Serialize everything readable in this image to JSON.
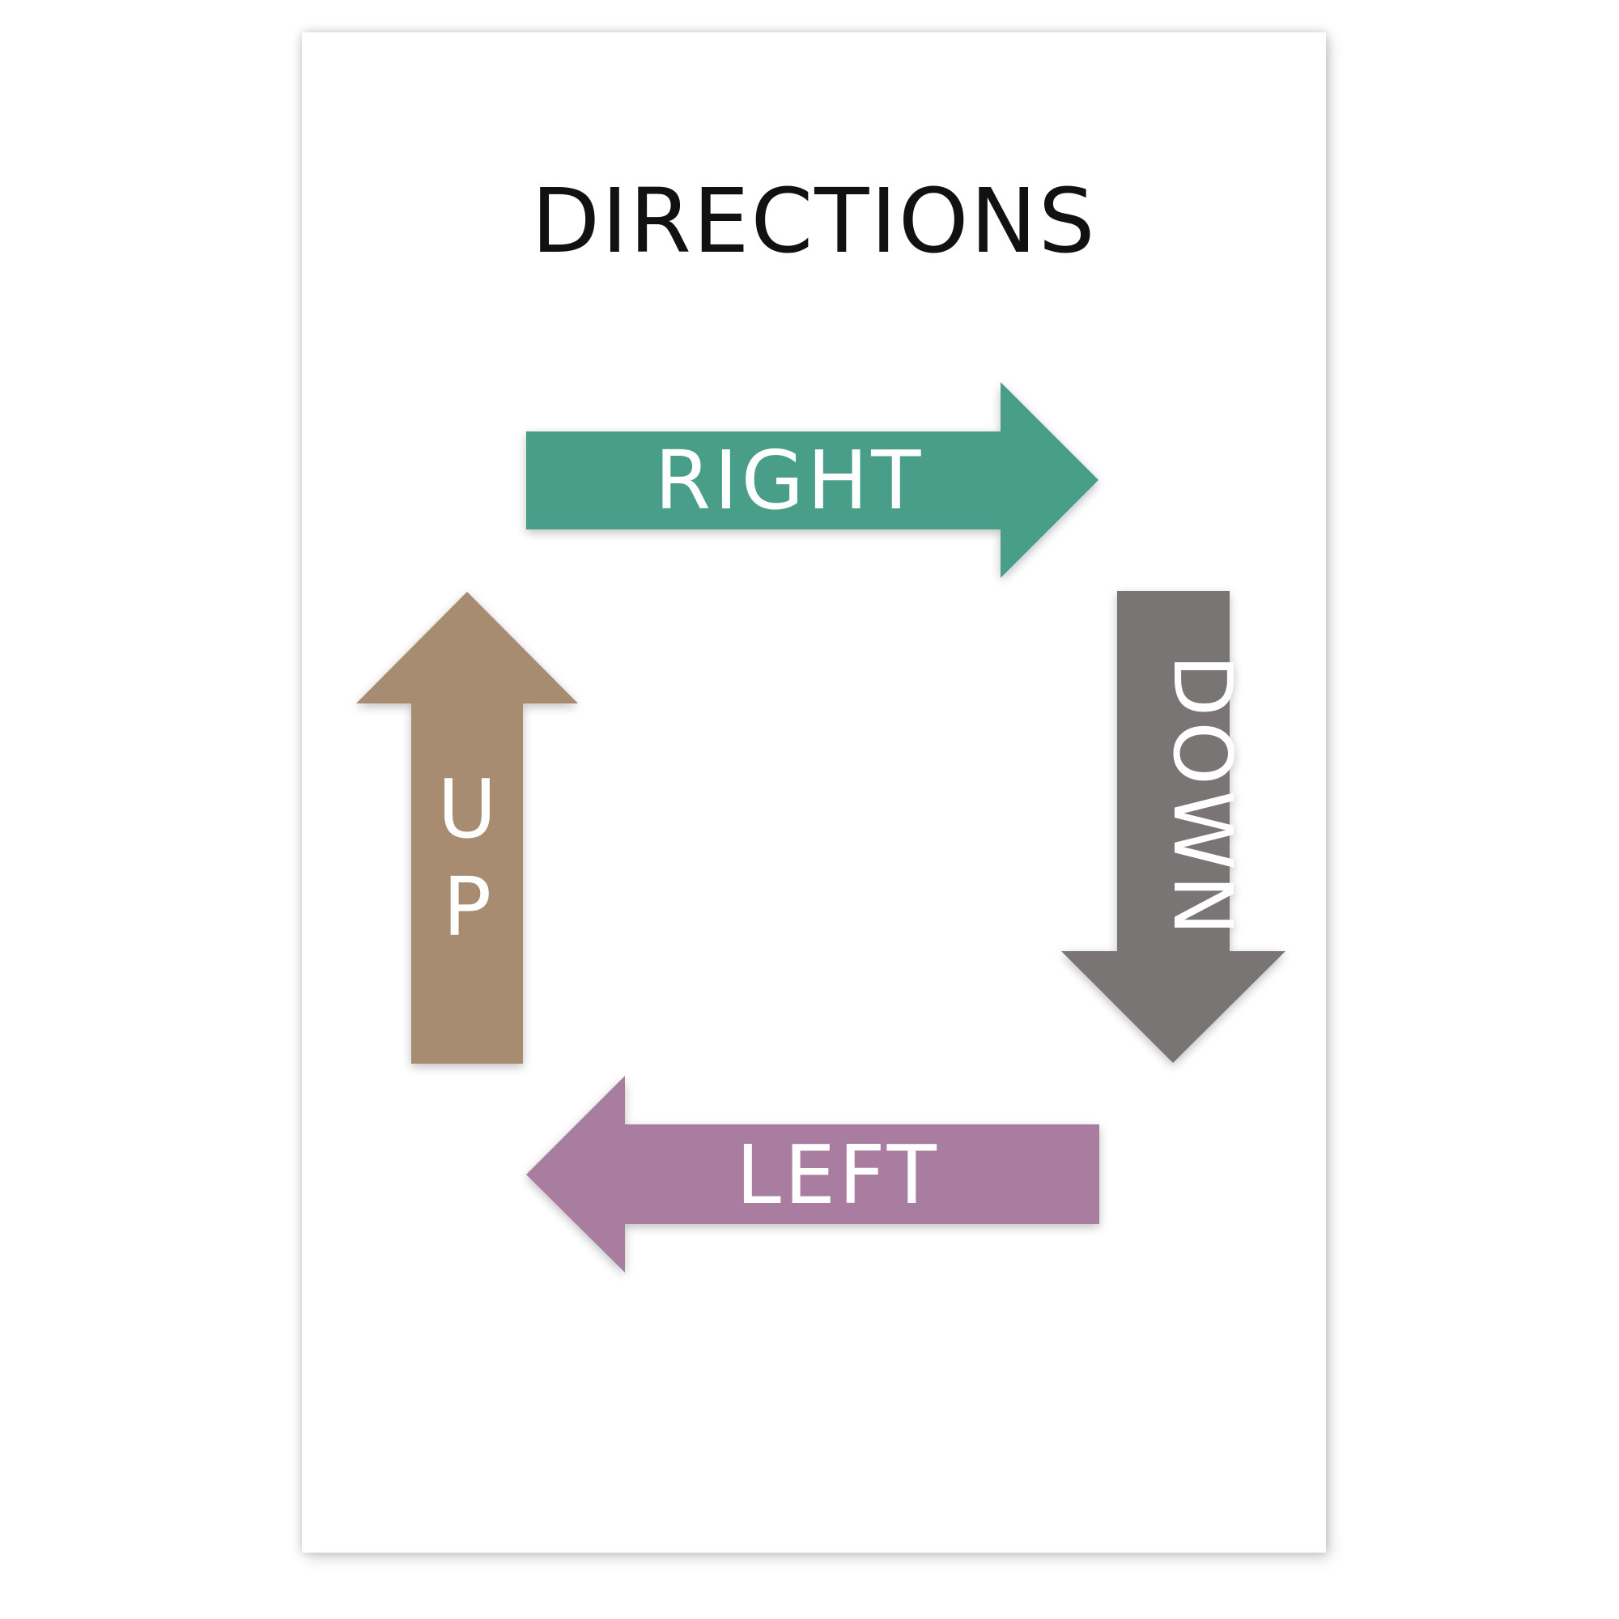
{
  "title": "DIRECTIONS",
  "arrows": {
    "right": {
      "label": "RIGHT",
      "color": "#4a9e8a"
    },
    "down": {
      "label": "DOWN",
      "color": "#7a7574"
    },
    "left": {
      "label": "LEFT",
      "color": "#a97d9f"
    },
    "up": {
      "label_line1": "U",
      "label_line2": "P",
      "color": "#a88c72"
    }
  }
}
